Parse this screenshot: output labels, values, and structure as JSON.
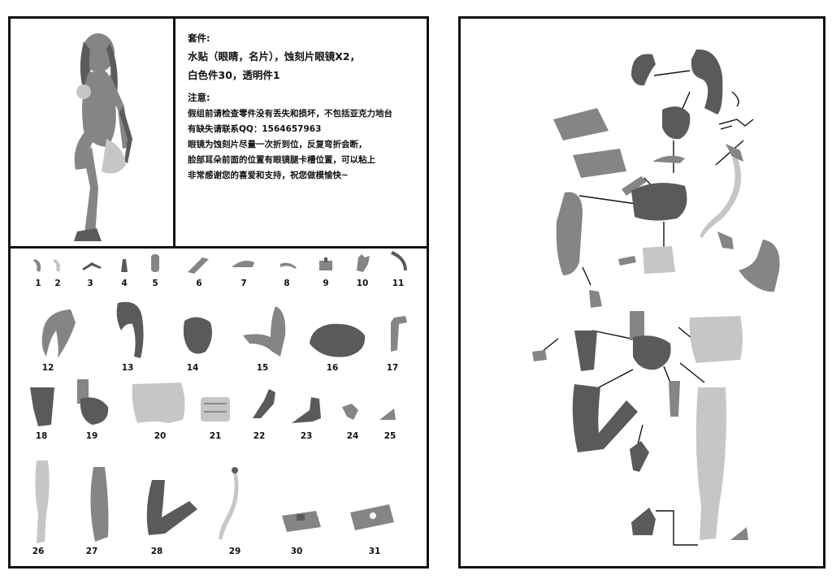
{
  "kit": {
    "heading": "套件:",
    "line1": "水贴（眼睛，名片），蚀刻片眼镜X2，",
    "line2": "白色件30，透明件1"
  },
  "notes": {
    "heading": "注意:",
    "lines": [
      "假组前请检查零件没有丢失和损坏，不包括亚克力地台",
      "有缺失请联系QQ：1564657963",
      "眼镜为蚀刻片尽量一次折到位，反复弯折会断，",
      "脸部耳朵前面的位置有眼镜腿卡槽位置，可以粘上",
      "非常感谢您的喜爱和支持，祝您做模愉快~"
    ]
  },
  "parts": {
    "p1": "1",
    "p2": "2",
    "p3": "3",
    "p4": "4",
    "p5": "5",
    "p6": "6",
    "p7": "7",
    "p8": "8",
    "p9": "9",
    "p10": "10",
    "p11": "11",
    "p12": "12",
    "p13": "13",
    "p14": "14",
    "p15": "15",
    "p16": "16",
    "p17": "17",
    "p18": "18",
    "p19": "19",
    "p20": "20",
    "p21": "21",
    "p22": "22",
    "p23": "23",
    "p24": "24",
    "p25": "25",
    "p26": "26",
    "p27": "27",
    "p28": "28",
    "p29": "29",
    "p30": "30",
    "p31": "31"
  }
}
